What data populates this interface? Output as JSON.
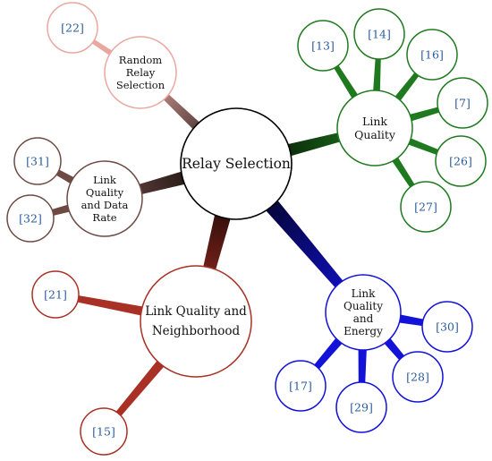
{
  "colors": {
    "center": "#000000",
    "random": "#e8a8a0",
    "link_quality": "#1f7a1f",
    "energy": "#1212d8",
    "neighborhood": "#a83024",
    "data_rate": "#6e4a44",
    "ref_text": "#2c5d9c"
  },
  "center": {
    "label": "Relay Selection"
  },
  "branches": [
    {
      "id": "random",
      "lines": [
        "Random",
        "Relay",
        "Selection"
      ],
      "color_key": "random",
      "refs": [
        "[22]"
      ]
    },
    {
      "id": "link-quality",
      "lines": [
        "Link",
        "Quality"
      ],
      "color_key": "link_quality",
      "refs": [
        "[13]",
        "[14]",
        "[16]",
        "[7]",
        "[26]",
        "[27]"
      ]
    },
    {
      "id": "energy",
      "lines": [
        "Link",
        "Quality",
        "and",
        "Energy"
      ],
      "color_key": "energy",
      "refs": [
        "[30]",
        "[28]",
        "[29]",
        "[17]"
      ]
    },
    {
      "id": "neighborhood",
      "lines": [
        "Link Quality and",
        "Neighborhood"
      ],
      "color_key": "neighborhood",
      "refs": [
        "[21]",
        "[15]"
      ]
    },
    {
      "id": "data-rate",
      "lines": [
        "Link",
        "Quality",
        "and Data",
        "Rate"
      ],
      "color_key": "data_rate",
      "refs": [
        "[31]",
        "[32]"
      ]
    }
  ]
}
